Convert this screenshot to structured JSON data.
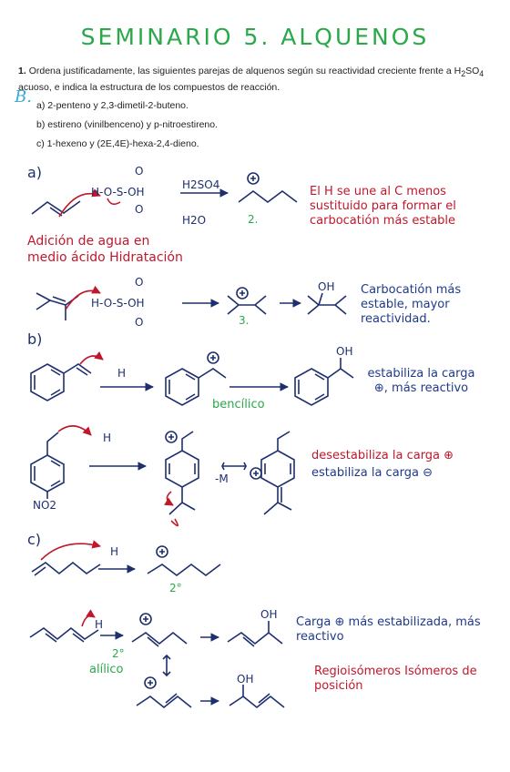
{
  "title": "SEMINARIO 5. ALQUENOS",
  "question": {
    "number": "1.",
    "text_part1": "Ordena justificadamente, las siguientes parejas de alquenos según su reactividad creciente frente a H",
    "sub2": "2",
    "text_part2": "SO",
    "sub4": "4",
    "text_part3": " acuoso, e indica la estructura de los compuestos de reacción.",
    "mark": "B.",
    "options": [
      "a) 2-penteno y 2,3-dimetil-2-buteno.",
      "b) estireno (vinilbenceno) y p-nitroestireno.",
      "c) 1-hexeno y (2E,4E)-hexa-2,4-dieno."
    ]
  },
  "sections": {
    "a": "a)",
    "b": "b)",
    "c": "c)"
  },
  "section_a": {
    "reagent_top": "H2SO4",
    "reagent_bottom": "H2O",
    "label_secondary": "2.",
    "label_tertiary": "3.",
    "acid_fragment": "H-O-S-OH",
    "note_red": "El H se une al C menos sustituido para formar el carbocatión más estable",
    "note_green": "Adición de agua en medio ácido Hidratación",
    "note_blue": "Carbocatión más estable, mayor reactividad."
  },
  "section_b": {
    "h_plus": "H",
    "label_benzylic": "bencílico",
    "note_blue_1": "estabiliza la carga ⊕, más reactivo",
    "label_minus_m": "-M",
    "no2": "NO2",
    "note_red_2": "desestabiliza la carga ⊕",
    "note_blue_2": "estabiliza la carga ⊖"
  },
  "section_c": {
    "h_plus": "H",
    "label_secondary": "2°",
    "label_allylic_num": "2°",
    "label_allylic": "alílico",
    "note_blue": "Carga ⊕ más estabilizada, más reactivo",
    "note_red": "Regioisómeros Isómeros de posición"
  },
  "colors": {
    "title": "#2aa84a",
    "red": "#c0182b",
    "blue": "#1f3a8a",
    "green": "#2aa84a",
    "ink": "#1e2f6e"
  }
}
